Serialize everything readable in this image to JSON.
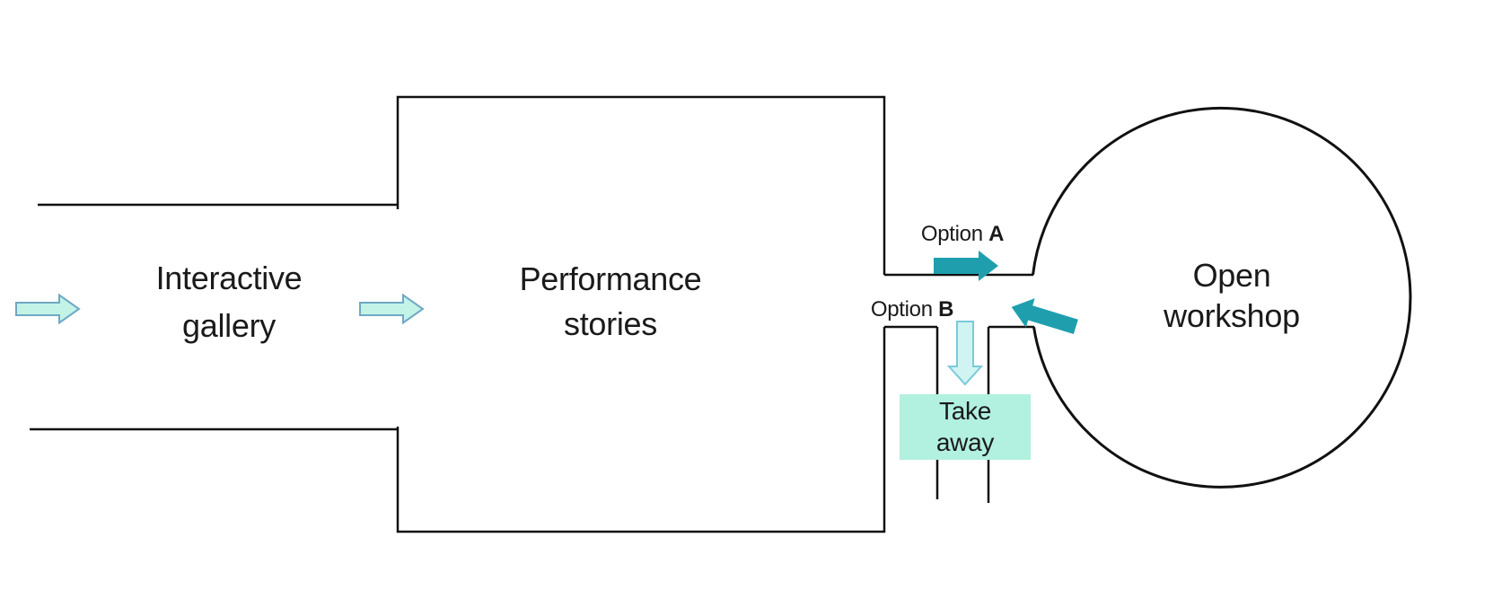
{
  "rooms": {
    "interactive_gallery": {
      "line1": "Interactive",
      "line2": "gallery"
    },
    "performance_stories": {
      "line1": "Performance",
      "line2": "stories"
    },
    "open_workshop": {
      "line1": "Open",
      "line2": "workshop"
    },
    "take_away": {
      "line1": "Take",
      "line2": "away"
    }
  },
  "options": {
    "a": {
      "prefix": "Option ",
      "letter": "A"
    },
    "b": {
      "prefix": "Option ",
      "letter": "B"
    }
  },
  "colors": {
    "wall": "#111111",
    "teal_arrow": "#1f9fae",
    "light_arrow_fill": "#c3f3e6",
    "light_arrow_stroke": "#6fa8c4",
    "down_arrow_fill": "#cff4f2",
    "down_arrow_stroke": "#7bc9da",
    "take_away_fill": "#b2f0e0",
    "text": "#1a1a1a"
  }
}
